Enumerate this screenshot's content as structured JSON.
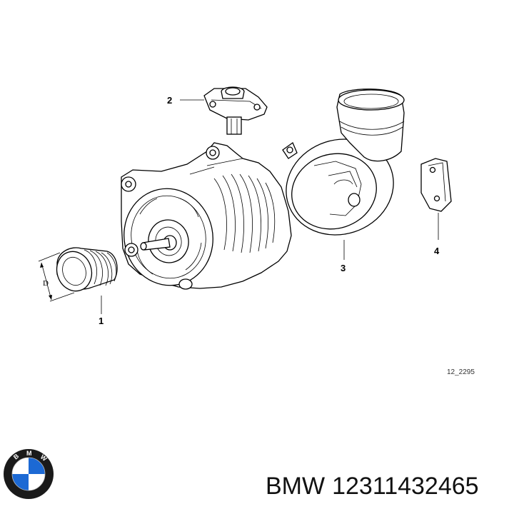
{
  "diagram": {
    "callouts": [
      "1",
      "2",
      "3",
      "4"
    ],
    "dimension_label": "D",
    "diagram_id": "12_2295"
  },
  "brand": {
    "logo_letters": "BMW",
    "name": "BMW",
    "part_number": "12311432465",
    "colors": {
      "logo_blue": "#1c69d4",
      "logo_ring": "#1a1a1a",
      "logo_white": "#ffffff"
    }
  }
}
